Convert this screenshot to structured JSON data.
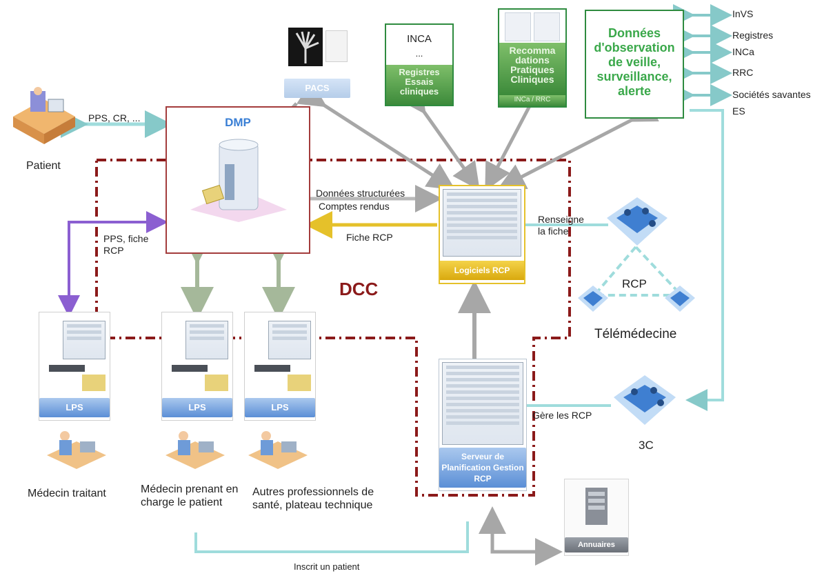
{
  "patient": {
    "label": "Patient",
    "link_label": "PPS, CR, ..."
  },
  "dmp": {
    "title": "DMP"
  },
  "dcc": {
    "label": "DCC"
  },
  "pacs": {
    "label": "PACS"
  },
  "inca_box": {
    "title": "INCA",
    "dots": "...",
    "bar": "Registres Essais cliniques"
  },
  "reco_box": {
    "bar_main": "Recomma dations Pratiques Cliniques",
    "bar_sub": "INCa / RRC"
  },
  "observation_box": {
    "text": "Données d'observation de veille, surveillance, alerte"
  },
  "external_links": [
    "InVS",
    "Registres",
    "INCa",
    "RRC",
    "Sociétés savantes",
    "ES"
  ],
  "rcp_software": {
    "bar": "Logiciels RCP",
    "in_label_1": "Données structurées",
    "in_label_2": "Comptes rendus",
    "out_label": "Fiche RCP",
    "renseigne": "Renseigne la fiche"
  },
  "lps": {
    "pps_label": "PPS, fiche RCP",
    "items": [
      {
        "bar": "LPS",
        "caption": "Médecin traitant"
      },
      {
        "bar": "LPS",
        "caption": "Médecin prenant en charge le patient"
      },
      {
        "bar": "LPS",
        "caption": "Autres professionnels de santé, plateau technique"
      }
    ]
  },
  "rcp": {
    "label": "RCP",
    "telemed": "Télémédecine"
  },
  "three_c": {
    "label": "3C",
    "gere": "Gère les RCP"
  },
  "planning_server": {
    "bar": "Serveur de Planification Gestion RCP"
  },
  "annuaires": {
    "bar": "Annuaires"
  },
  "inscrit": {
    "label": "Inscrit un patient"
  },
  "colors": {
    "dcc_red": "#8b1a1a",
    "dmp_blue": "#3a7fd5",
    "obs_green": "#3aa84a",
    "arrow_gray": "#a7a7a7",
    "link_teal": "#9fdcdc",
    "purple": "#8b5fd1",
    "gold": "#e5c12a"
  }
}
